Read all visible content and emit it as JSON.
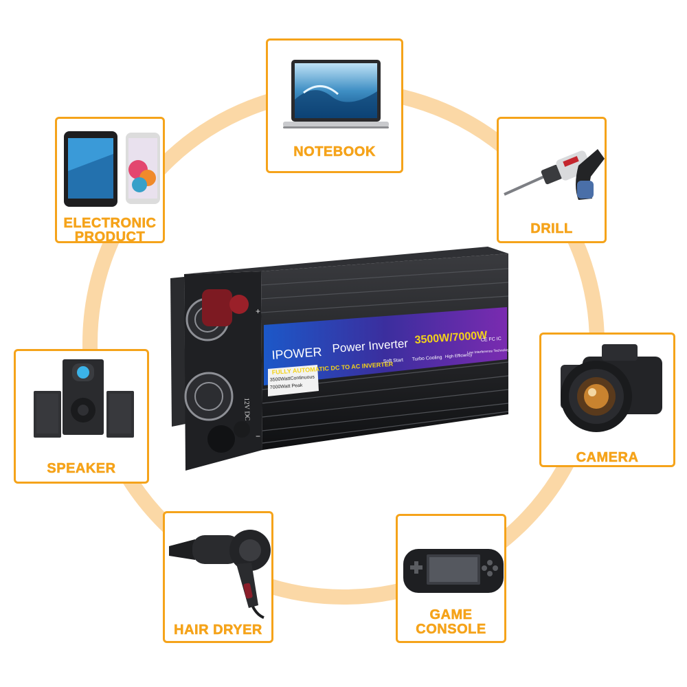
{
  "devices": {
    "notebook": {
      "label": "NOTEBOOK",
      "icon": "laptop-icon"
    },
    "electronic": {
      "label_line1": "ELECTRONIC",
      "label_line2": "PRODUCT",
      "icon": "tablet-phone-icon"
    },
    "drill": {
      "label": "DRILL",
      "icon": "drill-icon"
    },
    "speaker": {
      "label": "SPEAKER",
      "icon": "speaker-icon"
    },
    "camera": {
      "label": "CAMERA",
      "icon": "camera-icon"
    },
    "hair_dryer": {
      "label": "HAIR DRYER",
      "icon": "hair-dryer-icon"
    },
    "game_console": {
      "label_line1": "GAME",
      "label_line2": "CONSOLE",
      "icon": "game-console-icon"
    }
  },
  "inverter": {
    "brand": "IPOWER",
    "product": "Power Inverter",
    "rating": "3500W/7000W",
    "tagline": "FULLY AUTOMATIC DC TO AC INVERTER",
    "spec_continuous": "3500WattContinuous",
    "spec_peak": "7000Watt Peak",
    "voltage": "12V DC",
    "feature_soft": "Soft Start",
    "feature_turbo": "Turbo Cooling",
    "feature_efficiency": "High Efficiency",
    "feature_lowint": "Low Interference Technology",
    "cert": "CE FC IC",
    "plus": "+",
    "minus": "−"
  },
  "colors": {
    "accent": "#f5a31a",
    "ring": "#fbd8a6",
    "inverter_body": "#1b1b1d",
    "label_band": "#2147a8",
    "rating_yellow": "#f3d21a"
  }
}
